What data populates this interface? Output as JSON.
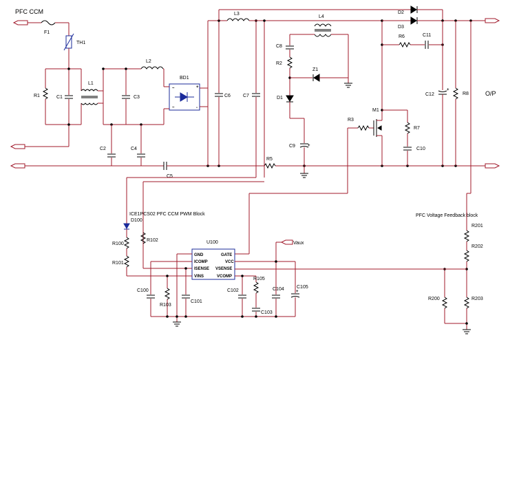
{
  "title": "PFC CCM",
  "output_label": "O/P",
  "pwm_block_label": "ICE1PCS02 PFC CCM PWM Block",
  "feedback_block_label": "PFC Voltage Feedback block",
  "aux_label": "Vaux",
  "ic": {
    "name": "U100",
    "pins_left": [
      "GND",
      "ICOMP",
      "ISENSE",
      "VINS"
    ],
    "pins_right": [
      "GATE",
      "VCC",
      "VSENSE",
      "VCOMP"
    ]
  },
  "components": {
    "F1": "F1",
    "TH1": "TH1",
    "R1": "R1",
    "C1": "C1",
    "L1": "L1",
    "L2": "L2",
    "C3": "C3",
    "C2": "C2",
    "C4": "C4",
    "BD1": "BD1",
    "C6": "C6",
    "C7": "C7",
    "C5": "C5",
    "L3": "L3",
    "L4": "L4",
    "C8": "C8",
    "R2": "R2",
    "Z1": "Z1",
    "D1": "D1",
    "C9": "C9",
    "R5": "R5",
    "R3": "R3",
    "M1": "M1",
    "R7": "R7",
    "C10": "C10",
    "R6": "R6",
    "C11": "C11",
    "D2": "D2",
    "D3": "D3",
    "C12": "C12",
    "R8": "R8",
    "D100": "D100",
    "R100": "R100",
    "R101": "R101",
    "R102": "R102",
    "C100": "C100",
    "R103": "R103",
    "C101": "C101",
    "C102": "C102",
    "R105": "R105",
    "C103": "C103",
    "C104": "C104",
    "C105": "C105",
    "R201": "R201",
    "R202": "R202",
    "R200": "R200",
    "R203": "R203"
  }
}
